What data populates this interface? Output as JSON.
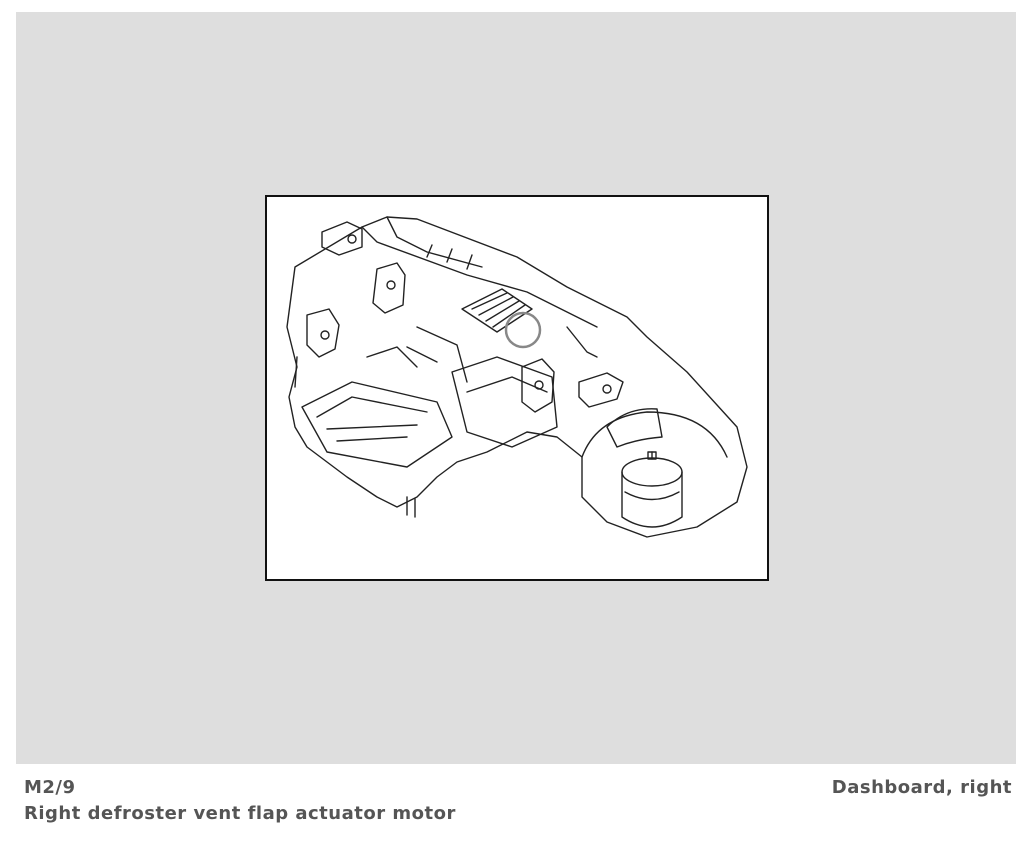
{
  "figure": {
    "icon": "hvac-housing-line-drawing",
    "highlight_color": "#888888"
  },
  "caption": {
    "component_code": "M2/9",
    "component_description": "Right defroster vent flap actuator motor",
    "location": "Dashboard, right"
  }
}
